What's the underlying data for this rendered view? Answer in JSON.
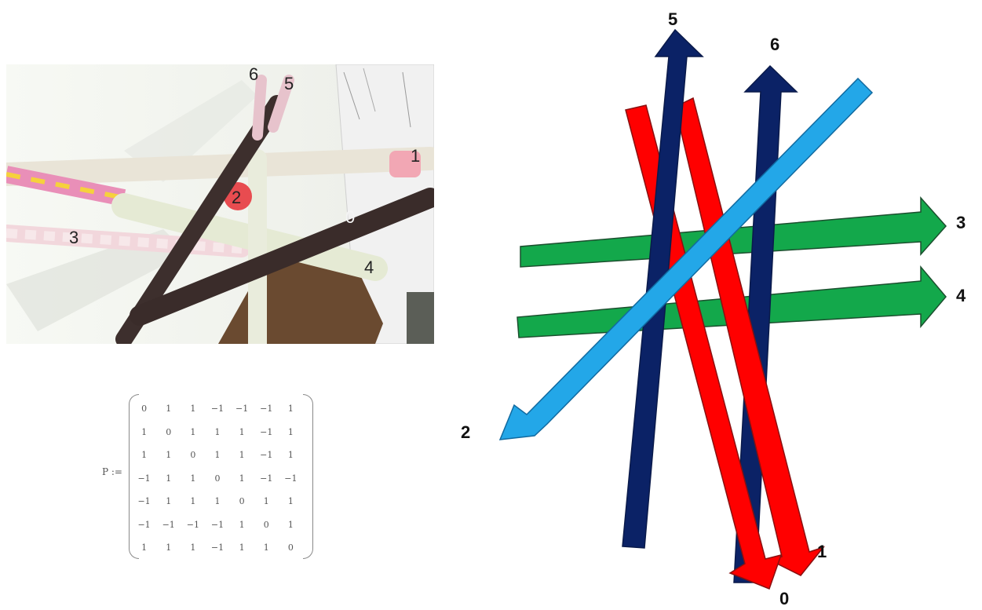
{
  "photo": {
    "labels": [
      "6",
      "5",
      "1",
      "2",
      "0",
      "3",
      "4"
    ]
  },
  "matrix": {
    "name": "P :=",
    "rows": [
      [
        "0",
        "1",
        "1",
        "−1",
        "−1",
        "−1",
        "1"
      ],
      [
        "1",
        "0",
        "1",
        "1",
        "1",
        "−1",
        "1"
      ],
      [
        "1",
        "1",
        "0",
        "1",
        "1",
        "−1",
        "1"
      ],
      [
        "−1",
        "1",
        "1",
        "0",
        "1",
        "−1",
        "−1"
      ],
      [
        "−1",
        "1",
        "1",
        "1",
        "0",
        "1",
        "1"
      ],
      [
        "−1",
        "−1",
        "−1",
        "−1",
        "1",
        "0",
        "1"
      ],
      [
        "1",
        "1",
        "1",
        "−1",
        "1",
        "1",
        "0"
      ]
    ]
  },
  "diagram": {
    "labels": [
      "5",
      "6",
      "3",
      "4",
      "2",
      "1",
      "0"
    ],
    "colors": {
      "red": "#ff0000",
      "navy": "#0b2266",
      "green": "#13a84b",
      "light_blue": "#23a7e8"
    }
  }
}
